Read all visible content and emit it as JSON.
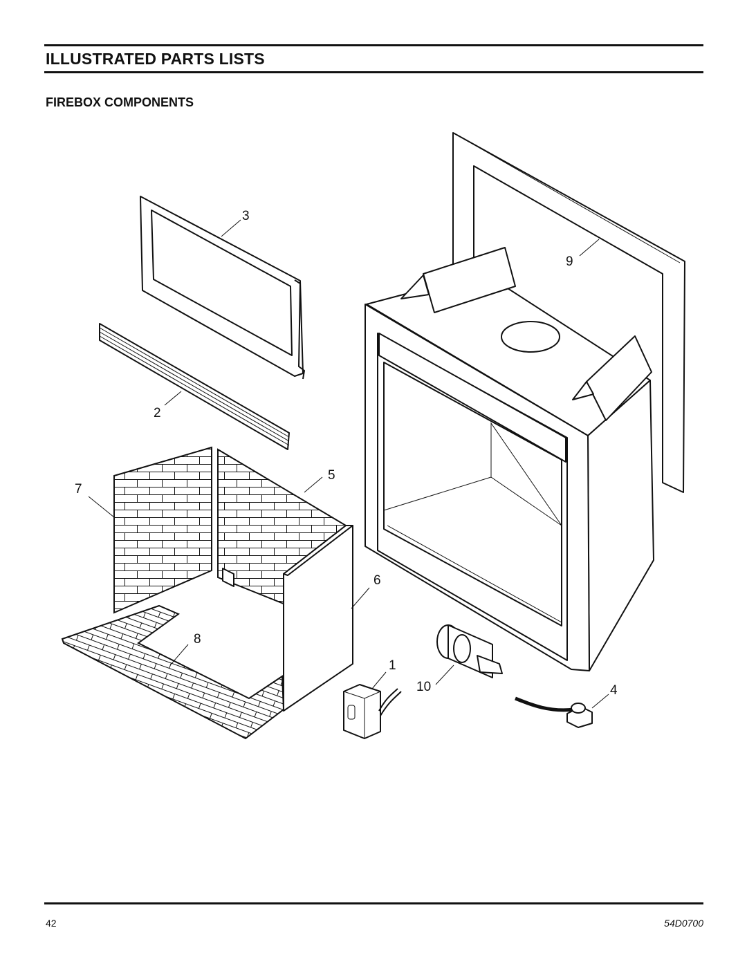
{
  "header": {
    "title": "ILLUSTRATED PARTS LISTS"
  },
  "section": {
    "title": "FIREBOX COMPONENTS"
  },
  "diagram": {
    "callouts": {
      "c1": "1",
      "c2": "2",
      "c3": "3",
      "c4": "4",
      "c5": "5",
      "c6": "6",
      "c7": "7",
      "c8": "8",
      "c9": "9",
      "c10": "10"
    }
  },
  "footer": {
    "page_number": "42",
    "document_code": "54D0700"
  }
}
